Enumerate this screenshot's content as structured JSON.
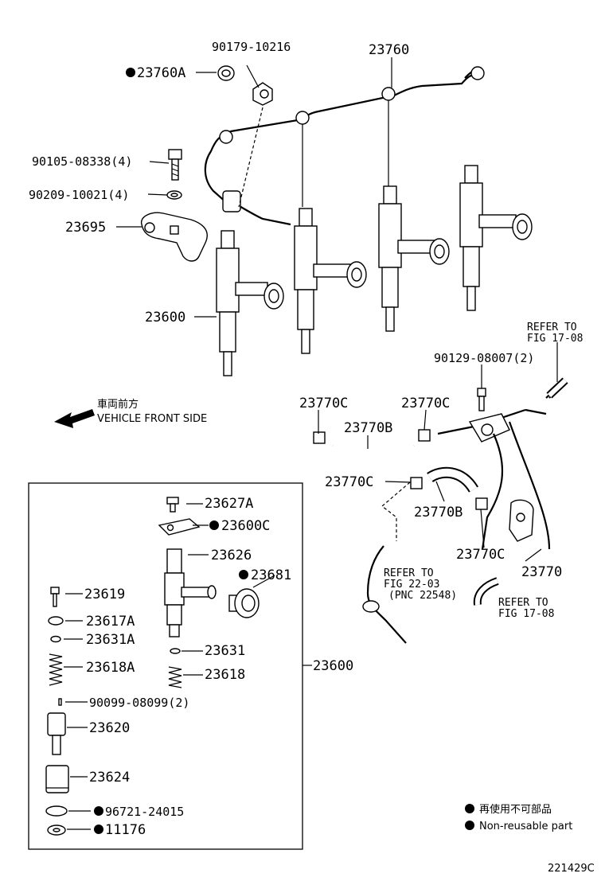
{
  "diagram": {
    "callouts": {
      "c_90179": "90179-10216",
      "c_23760": "23760",
      "c_23760A": "23760A",
      "c_90105": "90105-08338(4)",
      "c_90209": "90209-10021(4)",
      "c_23695": "23695",
      "c_23600_top": "23600",
      "c_90129": "90129-08007(2)",
      "c_23770C_a": "23770C",
      "c_23770C_b": "23770C",
      "c_23770B_a": "23770B",
      "c_23770C_c": "23770C",
      "c_23770B_b": "23770B",
      "c_23770C_d": "23770C",
      "c_23770": "23770",
      "c_23627A": "23627A",
      "c_23600C": "23600C",
      "c_23626": "23626",
      "c_23681": "23681",
      "c_23619": "23619",
      "c_23617A": "23617A",
      "c_23631A": "23631A",
      "c_23631": "23631",
      "c_23618A": "23618A",
      "c_23618": "23618",
      "c_23600_box": "23600",
      "c_90099": "90099-08099(2)",
      "c_23620": "23620",
      "c_23624": "23624",
      "c_96721": "96721-24015",
      "c_11176": "11176"
    },
    "refs": {
      "refer_to_1": "REFER TO",
      "fig_1": "FIG 17-08",
      "refer_to_2": "REFER TO",
      "fig_2": "FIG 22-03",
      "pnc_2": "(PNC 22548)",
      "refer_to_3": "REFER TO",
      "fig_3": "FIG 17-08"
    },
    "direction": {
      "japanese": "車両前方",
      "english": "VEHICLE FRONT SIDE"
    },
    "legend": {
      "japanese": "再使用不可部品",
      "english": "Non-reusable part"
    },
    "figure_number": "221429C"
  }
}
